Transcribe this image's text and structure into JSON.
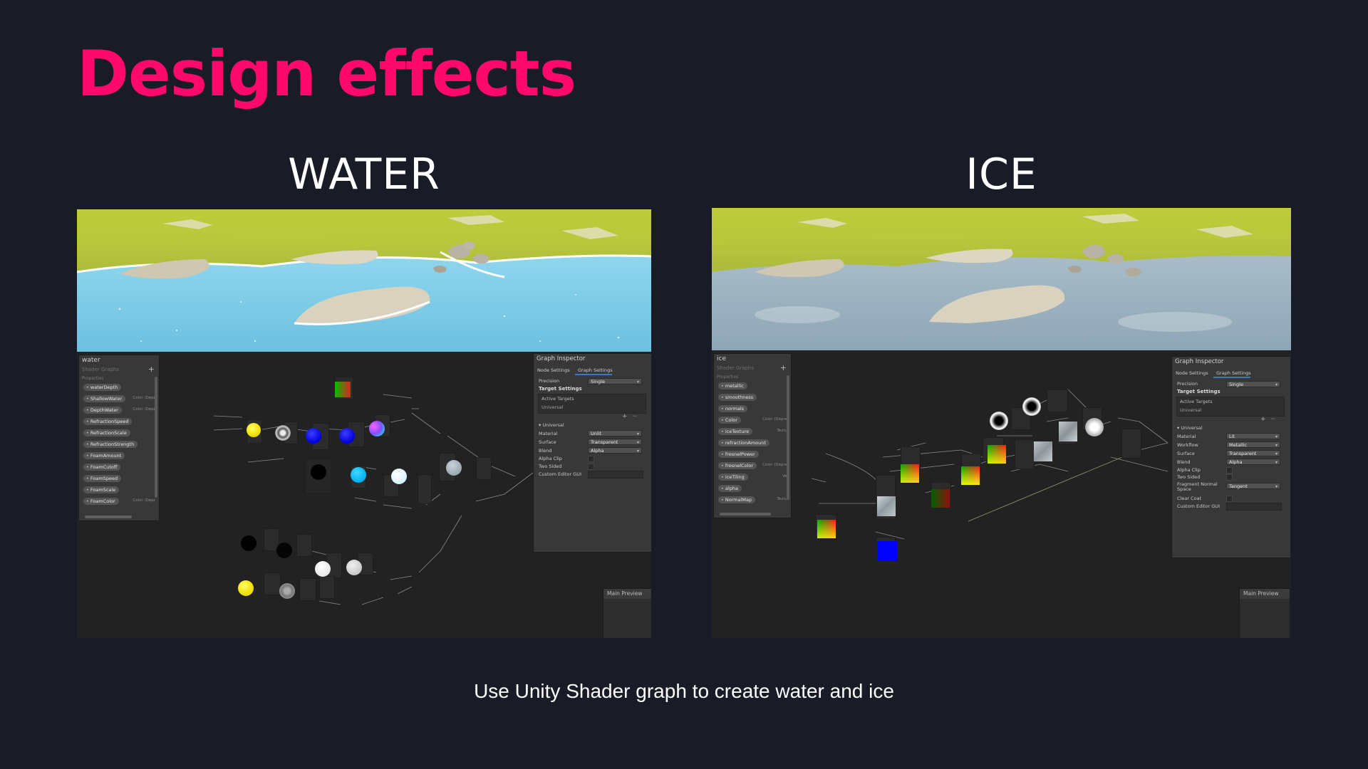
{
  "slide": {
    "title": "Design effects",
    "caption": "Use Unity Shader graph to create water and ice"
  },
  "water": {
    "heading": "WATER",
    "blackboard": {
      "title": "water",
      "subtitle": "Shader Graphs",
      "section": "Properties",
      "properties": [
        {
          "name": "waterDepth",
          "type": ""
        },
        {
          "name": "ShallowWater",
          "type": "Color (Depr"
        },
        {
          "name": "DepthWater",
          "type": "Color (Depr"
        },
        {
          "name": "RefractionSpeed",
          "type": ""
        },
        {
          "name": "RefractionScale",
          "type": ""
        },
        {
          "name": "RefractionStrength",
          "type": ""
        },
        {
          "name": "FoamAmount",
          "type": ""
        },
        {
          "name": "FoamCutoff",
          "type": ""
        },
        {
          "name": "FoamSpeed",
          "type": ""
        },
        {
          "name": "FoamScale",
          "type": ""
        },
        {
          "name": "FoamColor",
          "type": "Color (Depr"
        }
      ]
    },
    "inspector": {
      "title": "Graph Inspector",
      "tabs": [
        "Node Settings",
        "Graph Settings"
      ],
      "precision_label": "Precision",
      "precision_value": "Single",
      "target_settings": "Target Settings",
      "active_targets": "Active Targets",
      "target": "Universal",
      "section": "Universal",
      "rows": [
        {
          "label": "Material",
          "value": "Unlit"
        },
        {
          "label": "Surface",
          "value": "Transparent"
        },
        {
          "label": "Blend",
          "value": "Alpha"
        }
      ],
      "checks": [
        "Alpha Clip",
        "Two Sided"
      ],
      "custom_gui": "Custom Editor GUI"
    },
    "preview": "Main Preview"
  },
  "ice": {
    "heading": "ICE",
    "blackboard": {
      "title": "ice",
      "subtitle": "Shader Graphs",
      "section": "Properties",
      "properties": [
        {
          "name": "metallic",
          "type": ""
        },
        {
          "name": "smoothness",
          "type": ""
        },
        {
          "name": "normals",
          "type": ""
        },
        {
          "name": "Color",
          "type": "Color (Depre"
        },
        {
          "name": "iceTexture",
          "type": "Textu"
        },
        {
          "name": "refractionAmount",
          "type": ""
        },
        {
          "name": "fresnelPower",
          "type": ""
        },
        {
          "name": "fresnelColor",
          "type": "Color (Depre"
        },
        {
          "name": "iceTiling",
          "type": "Ve"
        },
        {
          "name": "alpha",
          "type": ""
        },
        {
          "name": "NormalMap",
          "type": "Textu"
        }
      ]
    },
    "inspector": {
      "title": "Graph Inspector",
      "tabs": [
        "Node Settings",
        "Graph Settings"
      ],
      "precision_label": "Precision",
      "precision_value": "Single",
      "target_settings": "Target Settings",
      "active_targets": "Active Targets",
      "target": "Universal",
      "section": "Universal",
      "rows": [
        {
          "label": "Material",
          "value": "Lit"
        },
        {
          "label": "Workflow",
          "value": "Metallic"
        },
        {
          "label": "Surface",
          "value": "Transparent"
        },
        {
          "label": "Blend",
          "value": "Alpha"
        }
      ],
      "checks": [
        "Alpha Clip",
        "Two Sided"
      ],
      "normal_space_label": "Fragment Normal Space",
      "normal_space_value": "Tangent",
      "clear_coat": "Clear Coat",
      "custom_gui": "Custom Editor GUI"
    },
    "preview": "Main Preview"
  },
  "colors": {
    "title_pink": "#ff0a6c",
    "background": "#191b26",
    "water_blue": "#7ecbe6",
    "ice_grey_blue": "#9fb4c2",
    "grass_green": "#9fbb3a"
  }
}
